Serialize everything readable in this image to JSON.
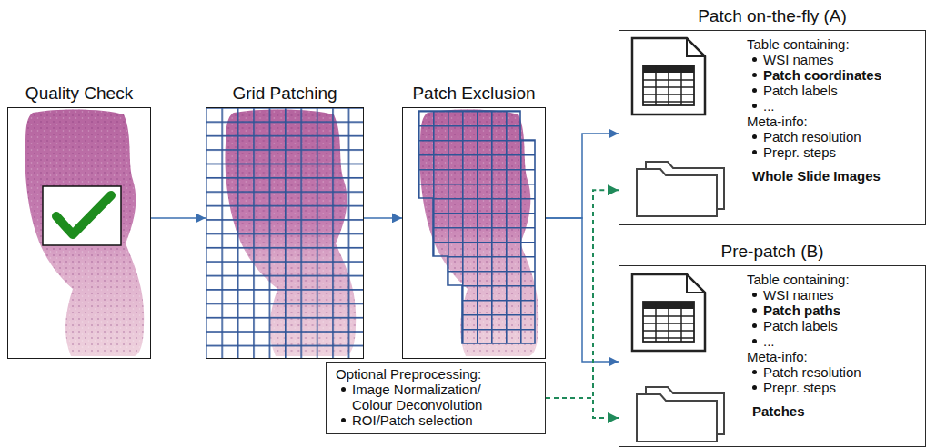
{
  "diagram": {
    "nodes": [
      {
        "text": [
          "Quality Check"
        ]
      },
      {
        "text": [
          "Grid Patching"
        ]
      },
      {
        "text": [
          "Patch Exclusion"
        ]
      },
      {
        "text": [
          "Patch on-the-fly (A)",
          "Table containing:",
          "WSI names",
          "Patch coordinates",
          "Patch labels",
          "...",
          "Meta-info:",
          "Patch resolution",
          "Prepr. steps",
          "Whole Slide Images"
        ]
      },
      {
        "text": [
          "Pre-patch (B)",
          "Table containing:",
          "WSI names",
          "Patch paths",
          "Patch labels",
          "...",
          "Meta-info:",
          "Patch resolution",
          "Prepr. steps",
          "Patches"
        ]
      },
      {
        "text": [
          "Optional Preprocessing:",
          "Image Normalization/ Colour Deconvolution",
          "ROI/Patch selection"
        ]
      }
    ],
    "edges": [
      {
        "from": 0,
        "to": 1,
        "arrow": "to"
      },
      {
        "from": 1,
        "to": 2,
        "arrow": "to"
      },
      {
        "from": 2,
        "to": 3,
        "arrow": "to"
      },
      {
        "from": 2,
        "to": 4,
        "arrow": "to"
      },
      {
        "from": 5,
        "to": 3,
        "arrow": "to"
      },
      {
        "from": 5,
        "to": 4,
        "arrow": "to"
      }
    ]
  }
}
